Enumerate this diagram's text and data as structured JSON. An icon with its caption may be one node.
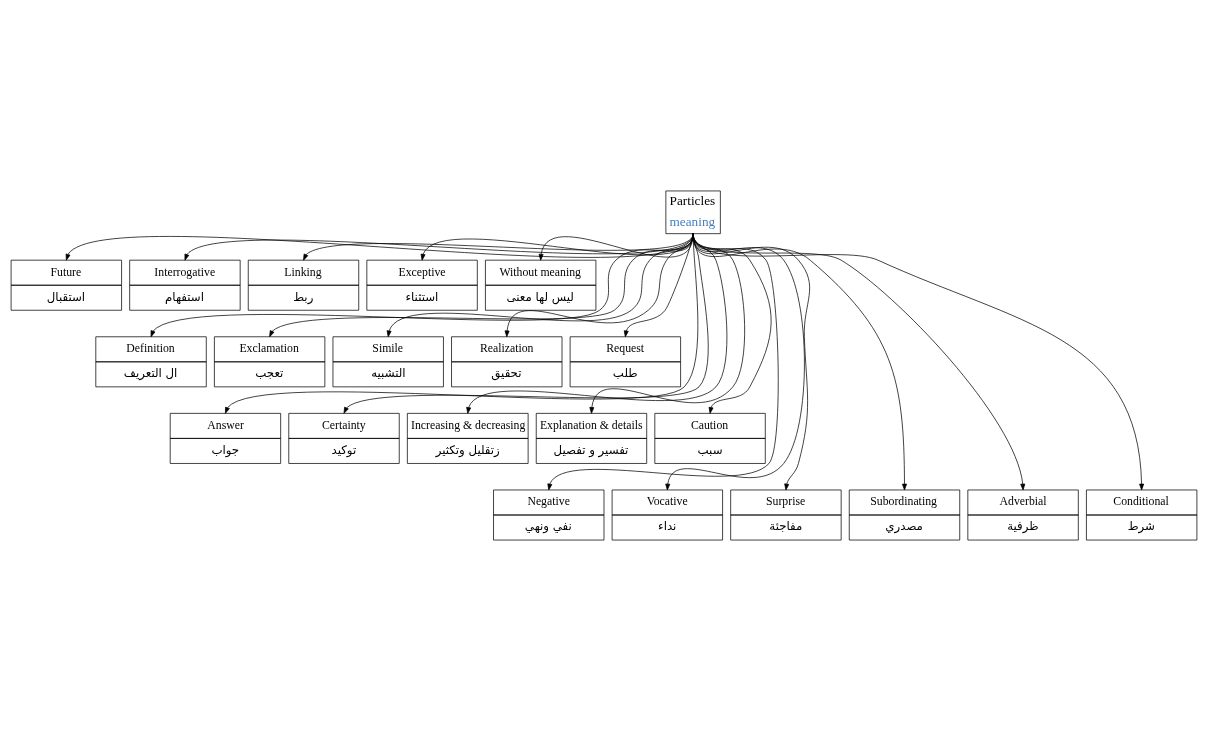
{
  "diagram": {
    "nodes": [
      {
        "text": [
          "Particles",
          "meaning"
        ]
      },
      {
        "text": [
          "Future",
          "استقبال"
        ]
      },
      {
        "text": [
          "Interrogative",
          "استفهام"
        ]
      },
      {
        "text": [
          "Linking",
          "ربط"
        ]
      },
      {
        "text": [
          "Exceptive",
          "استثناء"
        ]
      },
      {
        "text": [
          "Without meaning",
          "ليس لها معنى"
        ]
      },
      {
        "text": [
          "Definition",
          "ال التعريف"
        ]
      },
      {
        "text": [
          "Exclamation",
          "تعجب"
        ]
      },
      {
        "text": [
          "Simile",
          "التشبيه"
        ]
      },
      {
        "text": [
          "Realization",
          "تحقيق"
        ]
      },
      {
        "text": [
          "Request",
          "طلب"
        ]
      },
      {
        "text": [
          "Answer",
          "جواب"
        ]
      },
      {
        "text": [
          "Certainty",
          "توكيد"
        ]
      },
      {
        "text": [
          "Increasing & decreasing",
          "زتقليل وتكثير"
        ]
      },
      {
        "text": [
          "Explanation & details",
          "تفسير و تفصيل"
        ]
      },
      {
        "text": [
          "Caution",
          "سبب"
        ]
      },
      {
        "text": [
          "Negative",
          "نفي ونهي"
        ]
      },
      {
        "text": [
          "Vocative",
          "نداء"
        ]
      },
      {
        "text": [
          "Surprise",
          "مفاجئة"
        ]
      },
      {
        "text": [
          "Subordinating",
          "مصدري"
        ]
      },
      {
        "text": [
          "Adverbial",
          "ظرفية"
        ]
      },
      {
        "text": [
          "Conditional",
          "شرط"
        ]
      }
    ],
    "edges": [
      {
        "from": 0,
        "to": 1,
        "arrow": "to"
      },
      {
        "from": 0,
        "to": 2,
        "arrow": "to"
      },
      {
        "from": 0,
        "to": 3,
        "arrow": "to"
      },
      {
        "from": 0,
        "to": 4,
        "arrow": "to"
      },
      {
        "from": 0,
        "to": 5,
        "arrow": "to"
      },
      {
        "from": 0,
        "to": 6,
        "arrow": "to"
      },
      {
        "from": 0,
        "to": 7,
        "arrow": "to"
      },
      {
        "from": 0,
        "to": 8,
        "arrow": "to"
      },
      {
        "from": 0,
        "to": 9,
        "arrow": "to"
      },
      {
        "from": 0,
        "to": 10,
        "arrow": "to"
      },
      {
        "from": 0,
        "to": 11,
        "arrow": "to"
      },
      {
        "from": 0,
        "to": 12,
        "arrow": "to"
      },
      {
        "from": 0,
        "to": 13,
        "arrow": "to"
      },
      {
        "from": 0,
        "to": 14,
        "arrow": "to"
      },
      {
        "from": 0,
        "to": 15,
        "arrow": "to"
      },
      {
        "from": 0,
        "to": 16,
        "arrow": "to"
      },
      {
        "from": 0,
        "to": 17,
        "arrow": "to"
      },
      {
        "from": 0,
        "to": 18,
        "arrow": "to"
      },
      {
        "from": 0,
        "to": 19,
        "arrow": "to"
      },
      {
        "from": 0,
        "to": 20,
        "arrow": "to"
      },
      {
        "from": 0,
        "to": 21,
        "arrow": "to"
      }
    ]
  }
}
